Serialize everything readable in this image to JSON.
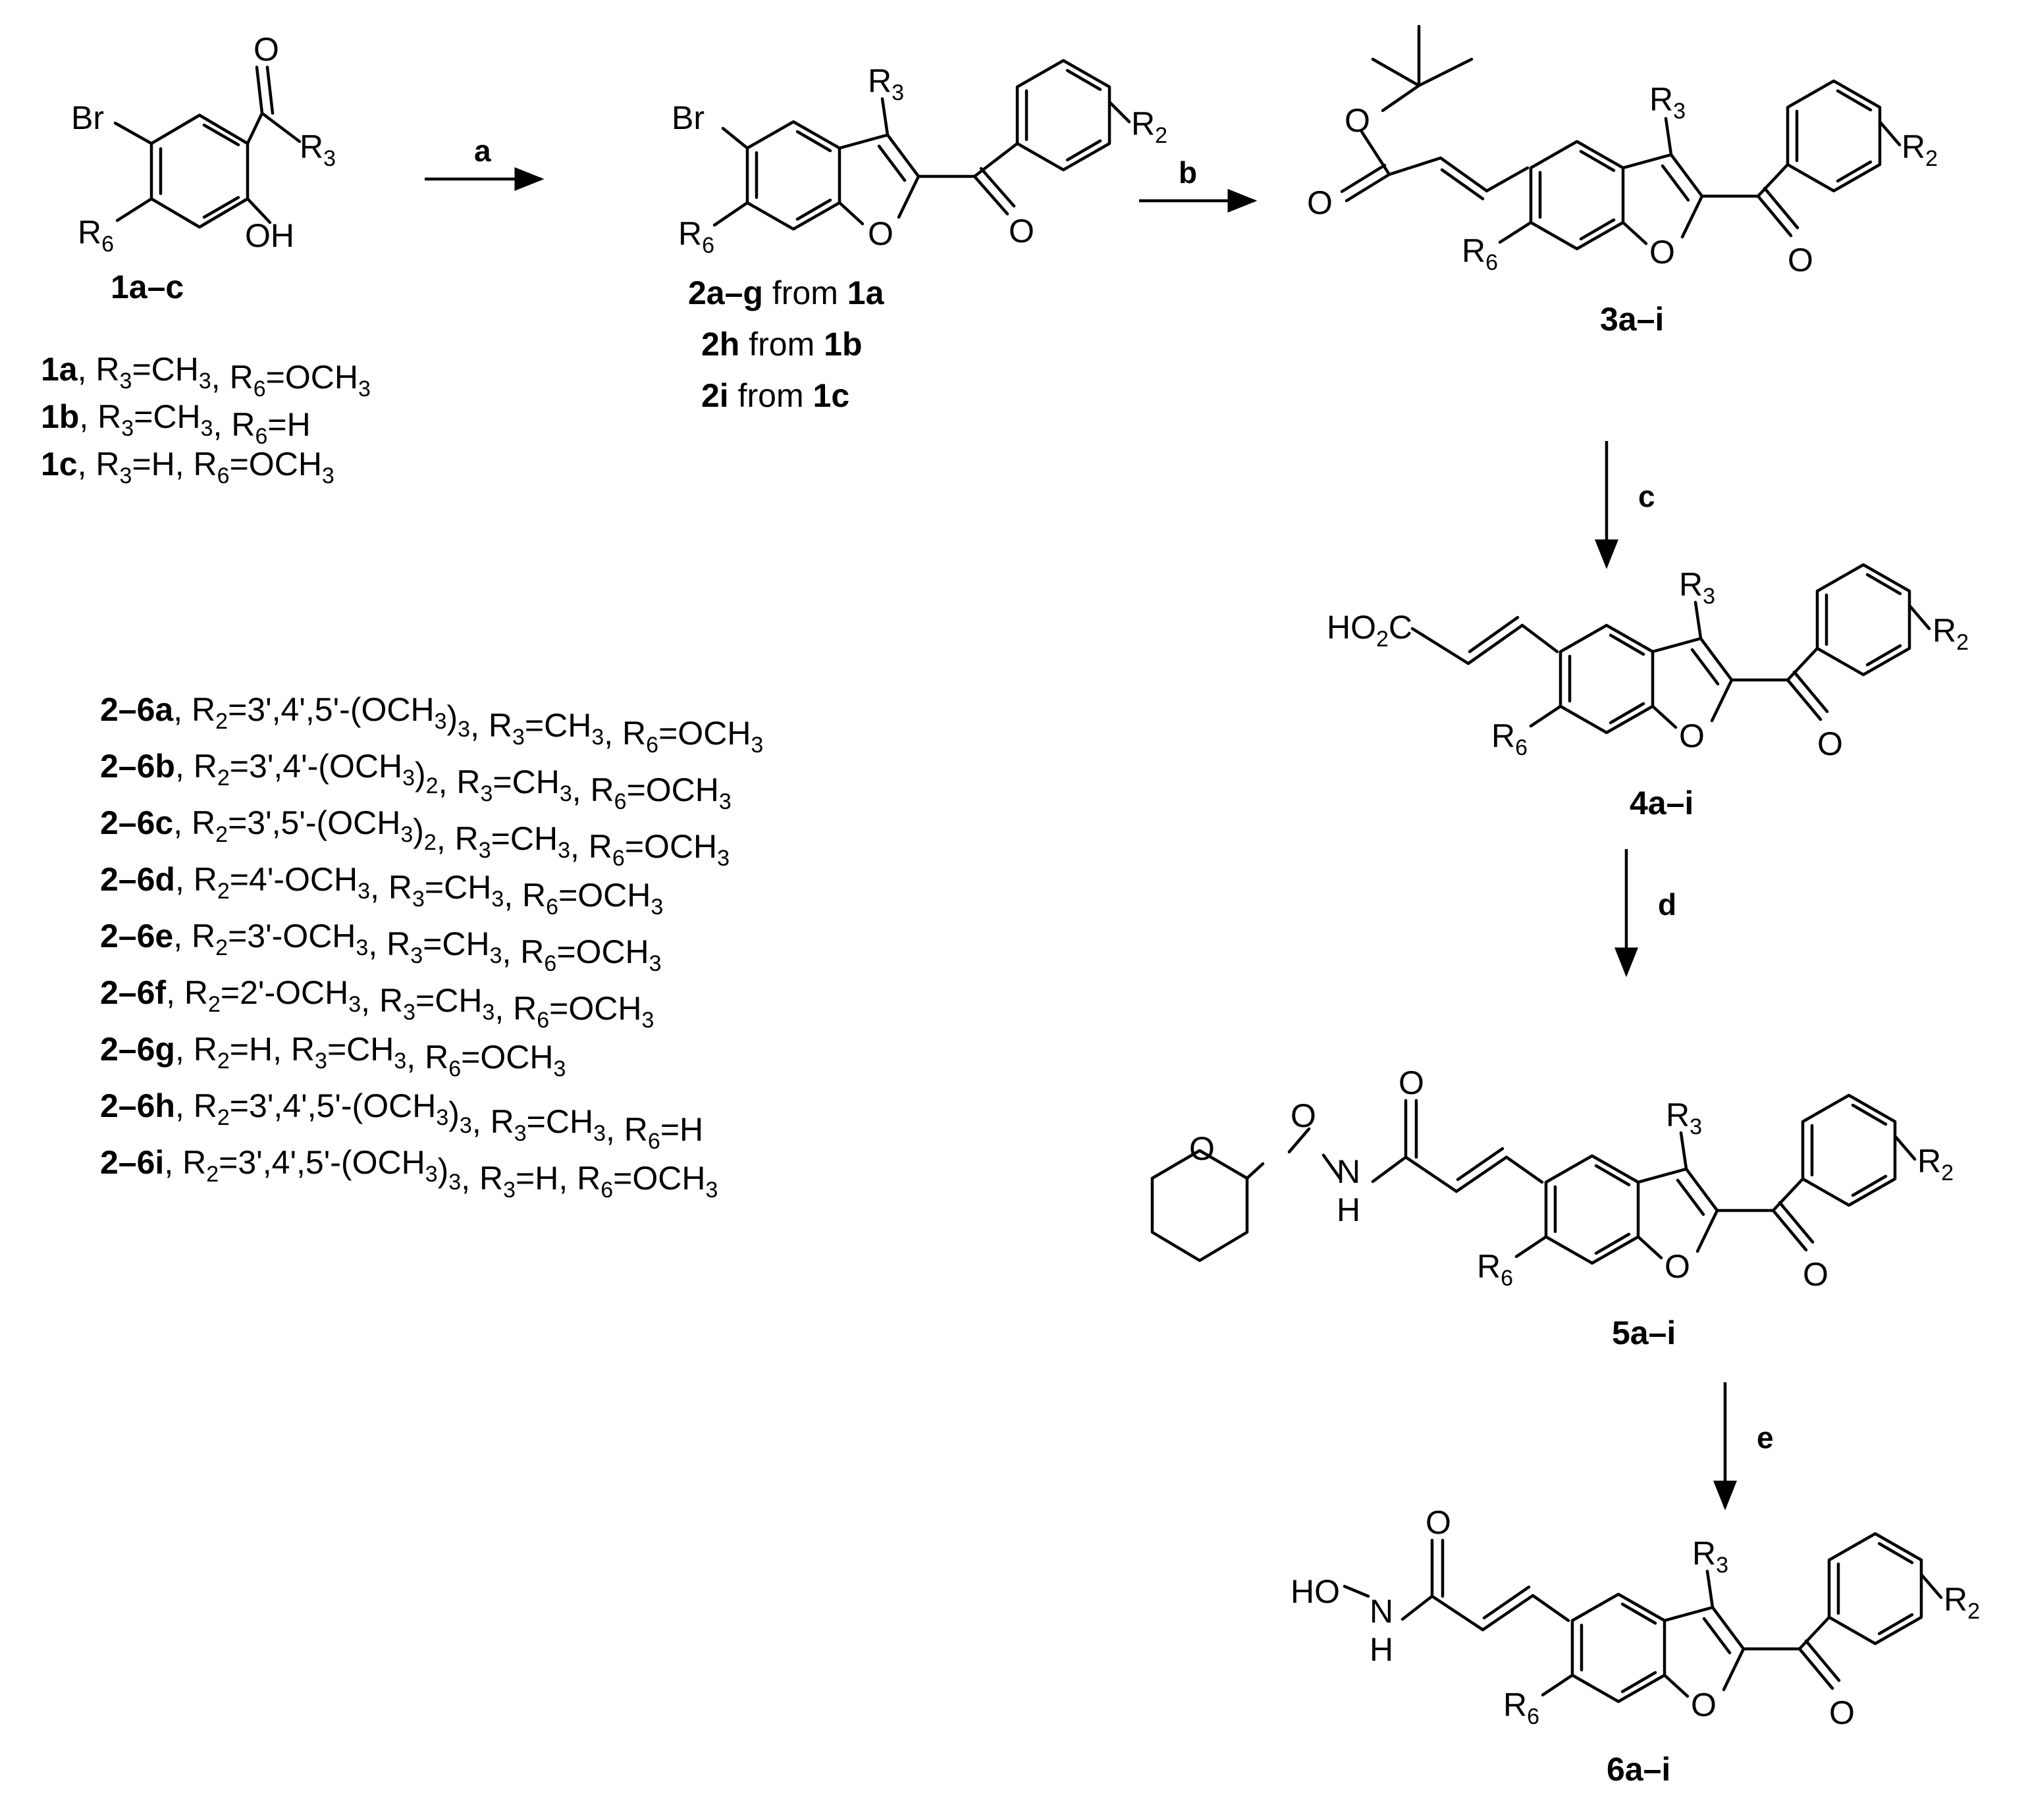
{
  "reagent_steps": [
    "a",
    "b",
    "c",
    "d",
    "e"
  ],
  "compound_labels": {
    "c1": "1a–c",
    "c3": "3a–i",
    "c4": "4a–i",
    "c5": "5a–i",
    "c6": "6a–i"
  },
  "origin_lines": [
    {
      "id": "2a–g",
      "from": "1a"
    },
    {
      "id": "2h",
      "from": "1b"
    },
    {
      "id": "2i",
      "from": "1c"
    }
  ],
  "connector_word": "from",
  "starting_materials": [
    {
      "id": "1a",
      "R3": "CH3",
      "R6": "OCH3"
    },
    {
      "id": "1b",
      "R3": "CH3",
      "R6": "H"
    },
    {
      "id": "1c",
      "R3": "H",
      "R6": "OCH3"
    }
  ],
  "substituent_table": [
    {
      "prefix": "2–6",
      "suffix": "a",
      "R2": "3',4',5'-(OCH3)3",
      "R3": "CH3",
      "R6": "OCH3"
    },
    {
      "prefix": "2–6",
      "suffix": "b",
      "R2": "3',4'-(OCH3)2",
      "R3": "CH3",
      "R6": "OCH3"
    },
    {
      "prefix": "2–6",
      "suffix": "c",
      "R2": "3',5'-(OCH3)2",
      "R3": "CH3",
      "R6": "OCH3"
    },
    {
      "prefix": "2–6",
      "suffix": "d",
      "R2": "4'-OCH3",
      "R3": "CH3",
      "R6": "OCH3"
    },
    {
      "prefix": "2–6",
      "suffix": "e",
      "R2": "3'-OCH3",
      "R3": "CH3",
      "R6": "OCH3"
    },
    {
      "prefix": "2–6",
      "suffix": "f",
      "R2": "2'-OCH3",
      "R3": "CH3",
      "R6": "OCH3"
    },
    {
      "prefix": "2–6",
      "suffix": "g",
      "R2": "H",
      "R3": "CH3",
      "R6": "OCH3"
    },
    {
      "prefix": "2–6",
      "suffix": "h",
      "R2": "3',4',5'-(OCH3)3",
      "R3": "CH3",
      "R6": "H"
    },
    {
      "prefix": "2–6",
      "suffix": "i",
      "R2": "3',4',5'-(OCH3)3",
      "R3": "H",
      "R6": "OCH3"
    }
  ],
  "atoms": {
    "Br": "Br",
    "O": "O",
    "OH": "OH",
    "H": "H",
    "R": "R",
    "HO": "HO",
    "HO2C": "HO2C",
    "N": "N",
    "NH": "H"
  },
  "substituent_names": {
    "R2": "2",
    "R3": "3",
    "R6": "6"
  }
}
